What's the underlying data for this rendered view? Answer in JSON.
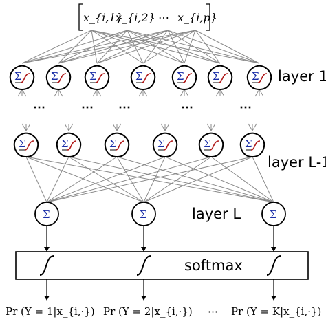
{
  "input_vector": {
    "labels": [
      "x_{i,1}",
      "x_{i,2}",
      "⋯",
      "x_{i,p}"
    ]
  },
  "layers": {
    "layer1_label": "layer 1",
    "layerLm1_label": "layer L-1",
    "layerL_label": "layer L",
    "softmax_label": "softmax",
    "ellipsis": "⋯"
  },
  "neuron_symbols": {
    "sum_symbol": "Σ"
  },
  "outputs": {
    "labels": [
      "Pr (Y = 1|x_{i,·})",
      "Pr (Y = 2|x_{i,·})",
      "⋯",
      "Pr (Y = K|x_{i,·})"
    ]
  },
  "colors": {
    "sigma_blue": "#1a2ea8",
    "activation_red": "#b01818",
    "edge_gray": "#8a8a8a",
    "stroke_black": "#000000"
  }
}
